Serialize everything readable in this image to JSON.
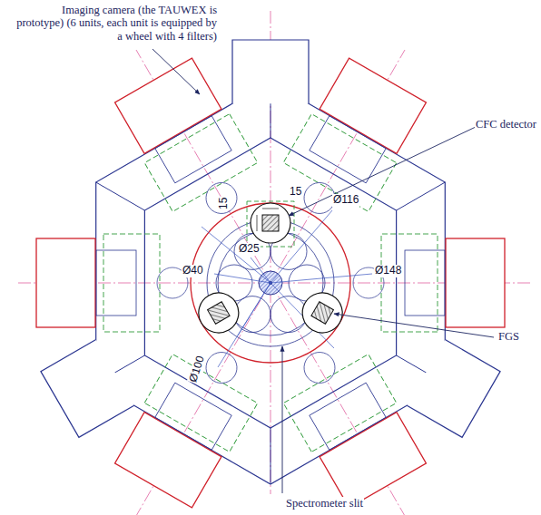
{
  "diagram": {
    "labels": [
      "Imaging camera (the TAUWEX is prototype) (6 units, each unit is equipped by a wheel with 4 filters)",
      "CFC detector",
      "15",
      "15",
      "Ø116",
      "Ø25",
      "Ø40",
      "Ø148",
      "Ø100",
      "FGS",
      "Spectrometer slit"
    ]
  }
}
